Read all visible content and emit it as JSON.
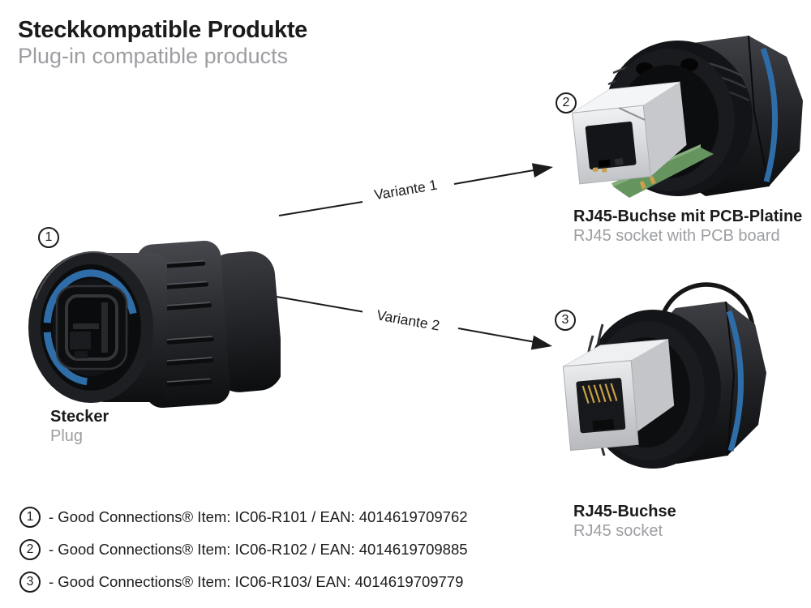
{
  "header": {
    "title_de": "Steckkompatible Produkte",
    "title_en": "Plug-in compatible products"
  },
  "products": {
    "plug": {
      "marker": "1",
      "label_de": "Stecker",
      "label_en": "Plug"
    },
    "socket_pcb": {
      "marker": "2",
      "label_de": "RJ45-Buchse mit PCB-Platine",
      "label_en": "RJ45 socket with PCB board"
    },
    "socket": {
      "marker": "3",
      "label_de": "RJ45-Buchse",
      "label_en": "RJ45 socket"
    }
  },
  "arrows": {
    "variant1": {
      "label": "Variante 1"
    },
    "variant2": {
      "label": "Variante 2"
    }
  },
  "item_list": [
    {
      "marker": "1",
      "text": "- Good Connections® Item: IC06-R101 / EAN: 4014619709762"
    },
    {
      "marker": "2",
      "text": "- Good Connections® Item: IC06-R102 / EAN: 4014619709885"
    },
    {
      "marker": "3",
      "text": "- Good Connections® Item: IC06-R103/ EAN: 4014619709779"
    }
  ],
  "colors": {
    "text_primary": "#1b1b1b",
    "text_secondary": "#9c9ea1",
    "accent_blue": "#2e6da8",
    "pcb_green": "#66945f",
    "metal_silver": "#d9dbde",
    "body_black": "#141518",
    "background": "#ffffff"
  }
}
